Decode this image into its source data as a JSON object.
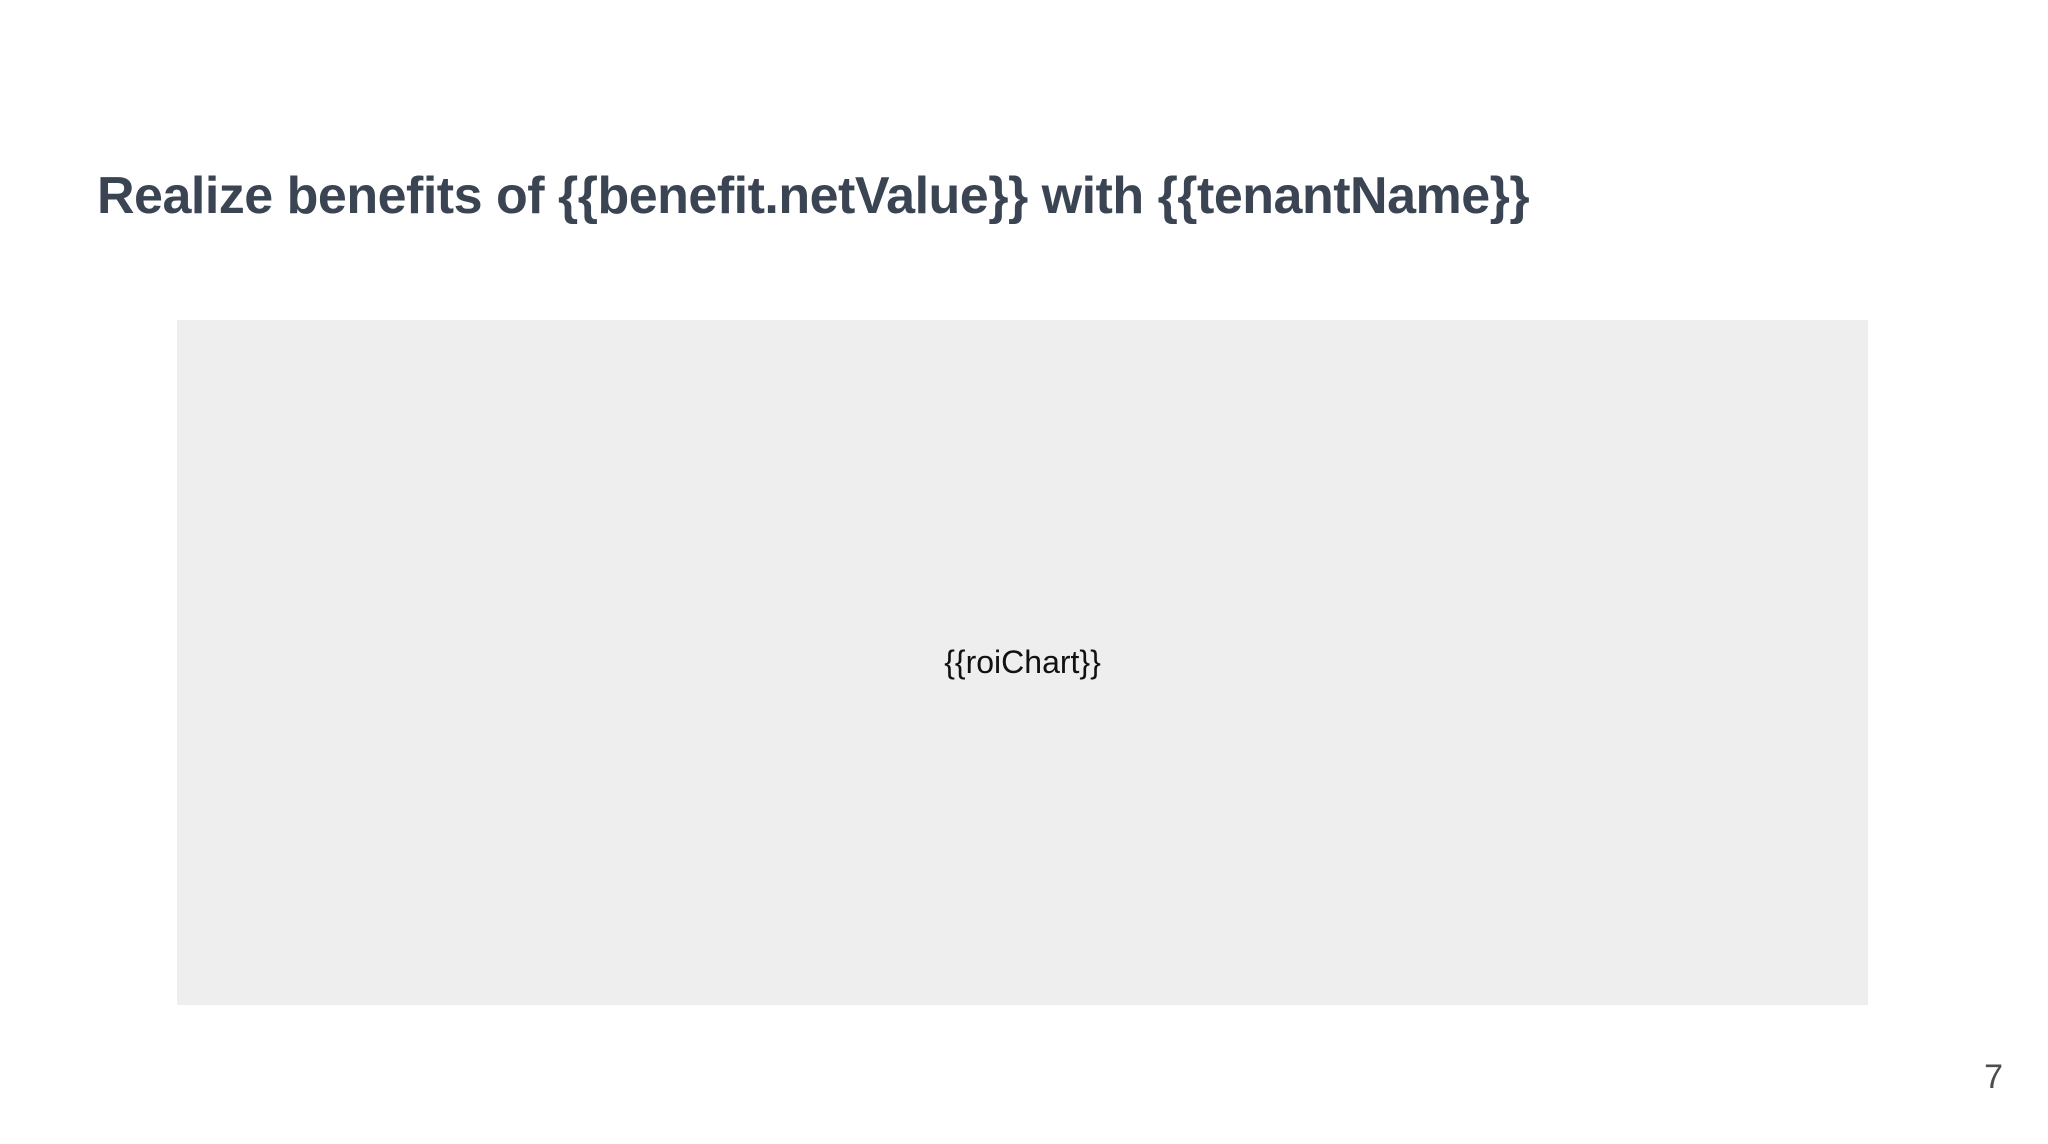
{
  "slide": {
    "title": "Realize benefits of {{benefit.netValue}} with {{tenantName}}",
    "chart_placeholder": "{{roiChart}}",
    "page_number": "7"
  },
  "colors": {
    "background": "#ffffff",
    "title_text": "#3a4452",
    "placeholder_background": "#eeeeee",
    "placeholder_text": "#111111",
    "page_number_text": "#4d4d4d"
  }
}
